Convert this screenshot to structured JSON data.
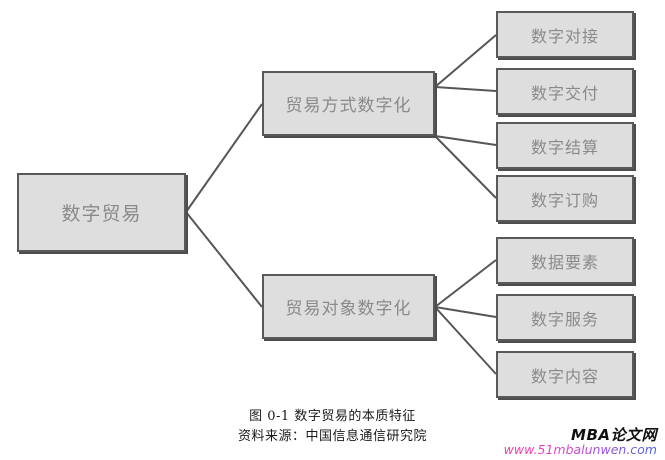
{
  "figure": {
    "root": {
      "label": "数字贸易"
    },
    "branches": [
      {
        "label": "贸易方式数字化",
        "leaves": [
          {
            "label": "数字对接"
          },
          {
            "label": "数字交付"
          },
          {
            "label": "数字结算"
          },
          {
            "label": "数字订购"
          }
        ]
      },
      {
        "label": "贸易对象数字化",
        "leaves": [
          {
            "label": "数据要素"
          },
          {
            "label": "数字服务"
          },
          {
            "label": "数字内容"
          }
        ]
      }
    ],
    "caption": {
      "title": "图 0-1  数字贸易的本质特征",
      "source": "资料来源：中国信息通信研究院"
    },
    "watermark": {
      "brand": "MBA论文网",
      "url": "www.51mbalunwen.com"
    },
    "colors": {
      "node_fill": "#dedede",
      "node_border": "#595959",
      "node_text": "#8a8a8a",
      "edge": "#565656",
      "caption_text": "#1a1a1a",
      "watermark_brand": "#111111",
      "watermark_url_start": "#ef3ba2",
      "watermark_url_end": "#4f63d8"
    }
  }
}
